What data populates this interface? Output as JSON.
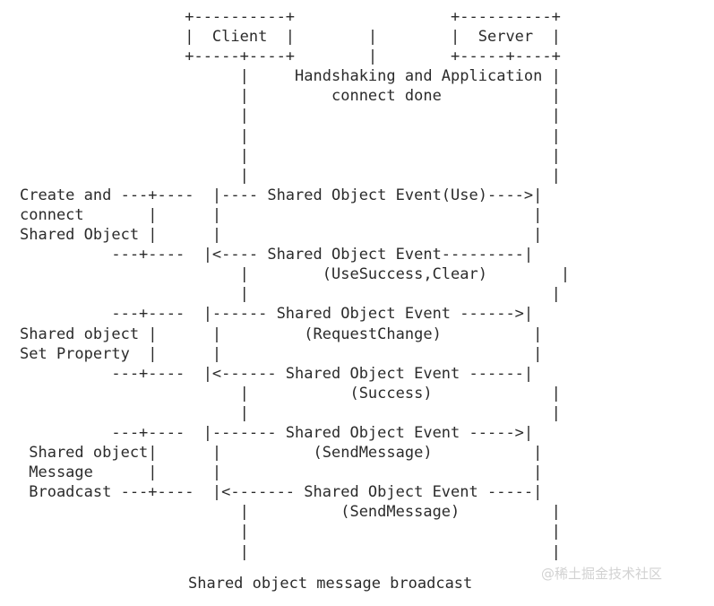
{
  "diagram": {
    "type": "ascii-sequence-diagram",
    "title": "Shared object message broadcast",
    "participants": [
      "Client",
      "Server"
    ],
    "boxes": {
      "client": {
        "top_border": "+----------+",
        "label_row": "|  Client  |",
        "bottom_border": "+-----+----+"
      },
      "server": {
        "top_border": "+----------+",
        "label_row": "|  Server  |",
        "bottom_border": "+-----+----+"
      }
    },
    "notes": [
      "Handshaking and Application",
      "connect done"
    ],
    "steps": [
      {
        "actor_label": [
          "Create and",
          "connect",
          "Shared Object"
        ],
        "messages": [
          {
            "direction": "client-to-server",
            "text": "Shared Object Event(Use)"
          },
          {
            "direction": "server-to-client",
            "text": "Shared Object Event",
            "detail": "(UseSuccess,Clear)"
          }
        ]
      },
      {
        "actor_label": [
          "Shared object",
          "Set Property"
        ],
        "messages": [
          {
            "direction": "client-to-server",
            "text": "Shared Object Event",
            "detail": "(RequestChange)"
          },
          {
            "direction": "server-to-client",
            "text": "Shared Object Event",
            "detail": "(Success)"
          }
        ]
      },
      {
        "actor_label": [
          "Shared object",
          "Message",
          "Broadcast"
        ],
        "messages": [
          {
            "direction": "client-to-server",
            "text": "Shared Object Event",
            "detail": "(SendMessage)"
          },
          {
            "direction": "server-to-client",
            "text": "Shared Object Event",
            "detail": "(SendMessage)"
          }
        ]
      }
    ],
    "art": "                  +----------+                 +----------+\n                  |  Client  |        |        |  Server  |\n                  +-----+----+        |        +-----+----+\n                        |     Handshaking and Application |\n                        |         connect done            |\n                        |                                 |\n                        |                                 |\n                        |                                 |\n                        |                                 |\nCreate and ---+----  |---- Shared Object Event(Use)---->|\nconnect       |      |                                  |\nShared Object |      |                                  |\n          ---+----  |<---- Shared Object Event---------|\n                        |        (UseSuccess,Clear)        |\n                        |                                 |\n          ---+----  |------ Shared Object Event ------>|\nShared object |      |         (RequestChange)          |\nSet Property  |      |                                  |\n          ---+----  |<------ Shared Object Event ------|\n                        |           (Success)             |\n                        |                                 |\n          ---+----  |------- Shared Object Event ----->|\n Shared object|      |          (SendMessage)           |\n Message      |      |                                  |\n Broadcast ---+----  |<------- Shared Object Event -----|\n                        |          (SendMessage)          |\n                        |                                 |\n                        |                                 |",
    "caption": "Shared object message broadcast",
    "watermark": "@稀土掘金技术社区",
    "colors": {
      "text": "#2b2b2b",
      "background": "#ffffff",
      "watermark": "#d2d2d2"
    }
  }
}
